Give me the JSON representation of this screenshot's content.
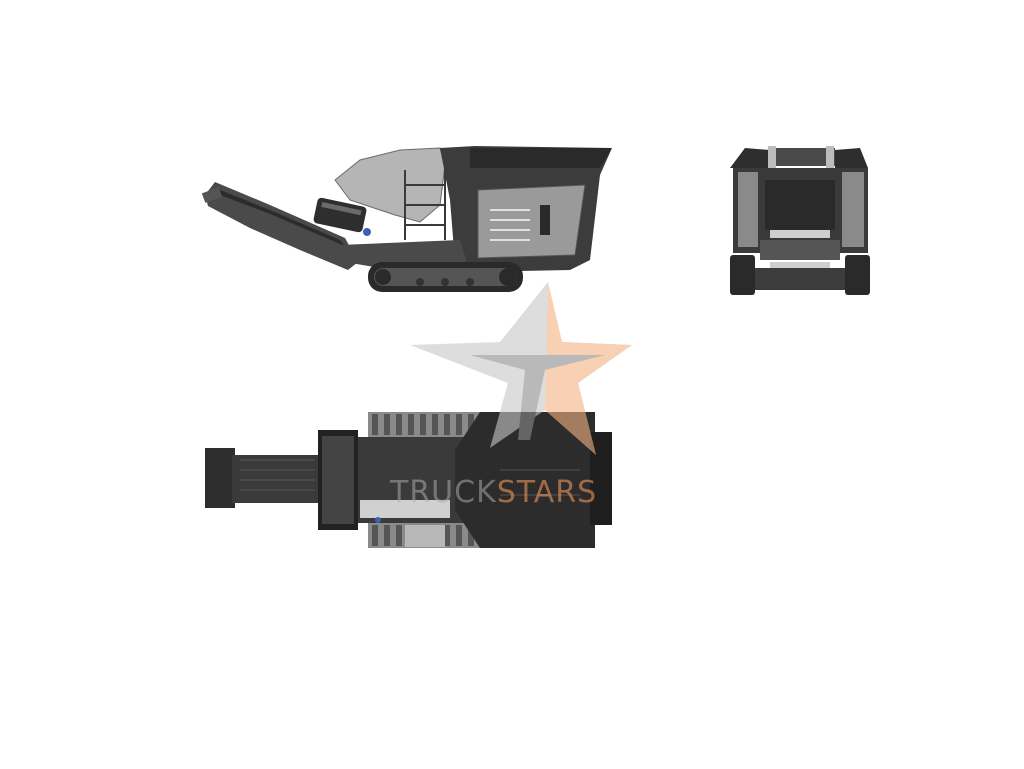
{
  "watermark": {
    "part1": "TRUCK",
    "part2": "STARS",
    "star_gray": "#b4b4b4",
    "star_orange": "#f0a070"
  },
  "colors": {
    "machine_dark": "#3a3a3a",
    "machine_mid": "#5e5e5e",
    "machine_light": "#9a9a9a",
    "panel_light": "#c8c8c8",
    "accent_blue": "#3b62b0"
  },
  "views": [
    "side-view",
    "rear-view",
    "top-view"
  ]
}
